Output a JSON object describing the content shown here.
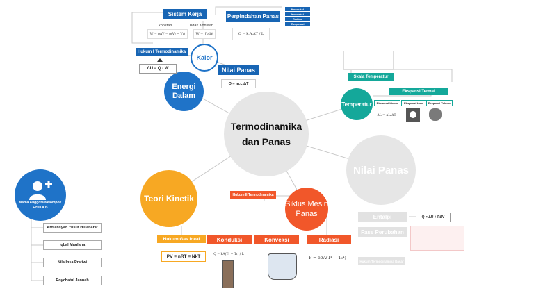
{
  "center": {
    "line1": "Termodinamika",
    "line2": "dan Panas"
  },
  "energi": {
    "line1": "Energi",
    "line2": "Dalam"
  },
  "kalor": "Kalor",
  "sistem_kerja": "Sistem Kerja",
  "perpindahan_panas": "Perpindahan Panas",
  "perpindahan_items": [
    "Konduksi",
    "Konveksi",
    "Radiasi",
    "Evaporasi"
  ],
  "konstan": "konstan",
  "tidak_konstan": "Tidak Konstan",
  "formula_w1": "W = pΔV = p(V₂ − V₁)",
  "formula_w2": "W = ∫pdV",
  "formula_q": "Q = k.A.ΔT / L",
  "hukum1": "Hukum I Termodinamika",
  "hukum1_formula": "ΔU = Q - W",
  "nilai_panas_small": "Nilai Panas",
  "nilai_formula": "Q = m.c.ΔT",
  "temperatur": "Temperatur",
  "skala_temperatur": "Skala Temperatur",
  "ekspansi_termal": "Ekspansi Termal",
  "ekspansi_items": [
    "Ekspansi Linear",
    "Ekspansi Luas",
    "Ekspansi Volume"
  ],
  "ekspansi_formula": "ΔL = αL₀ΔT",
  "nilai_panas_big": "Nilai Panas",
  "entalpi": "Entalpi",
  "entalpi_formula": "Q = ΔU + PΔV",
  "fase": "Fase Perubahan",
  "hukum_faded": "Hukum Termodinamika Dasar",
  "siklus": {
    "line1": "Siklus Mesin",
    "line2": "Panas"
  },
  "hukum2": "Hukum II Termodinamika",
  "konduksi": "Konduksi",
  "konveksi": "Konveksi",
  "radiasi": "Radiasi",
  "konduksi_formula": "Q = kA(T₂ − T₁) / L",
  "radiasi_formula": "P = eσA(T⁴ − T₀⁴)",
  "teori": "Teori Kinetik",
  "gas_ideal": "Hukum Gas Ideal",
  "gas_formula": "PV = nRT = NkT",
  "group": {
    "line1": "Nama Anggota Kelompok",
    "line2": "FISIKA B"
  },
  "members": [
    "Ardiansyah Yusuf Hulabarat",
    "Iqbal Maulana",
    "Nila Insa Pratiwi",
    "Roychatul Jannah"
  ],
  "colors": {
    "blue": "#1f73c8",
    "teal": "#14a89a",
    "orange": "#f1572a",
    "gold": "#f7a823",
    "grey": "#e6e6e6"
  }
}
